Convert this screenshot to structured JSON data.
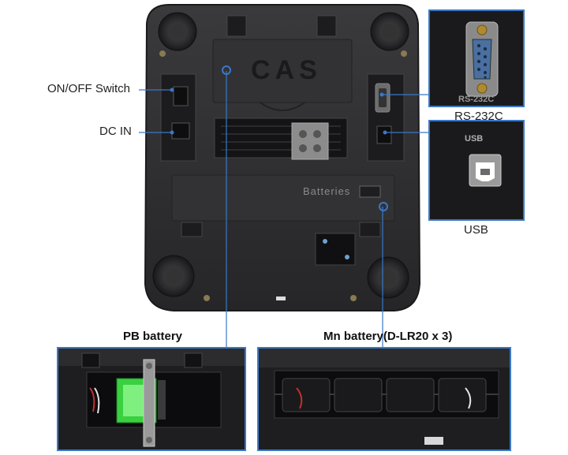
{
  "labels": {
    "on_off": "ON/OFF Switch",
    "dc_in": "DC IN",
    "rs232": "RS-232C",
    "usb": "USB",
    "pb_battery": "PB battery",
    "mn_battery": "Mn battery(D-LR20 x 3)"
  },
  "device_text": {
    "brand": "CAS",
    "batteries": "Batteries",
    "rs232_inset": "RS-232C",
    "usb_inset": "USB"
  },
  "colors": {
    "callout": "#3a78c8",
    "body": "#2b2b2d",
    "background": "#ffffff"
  }
}
